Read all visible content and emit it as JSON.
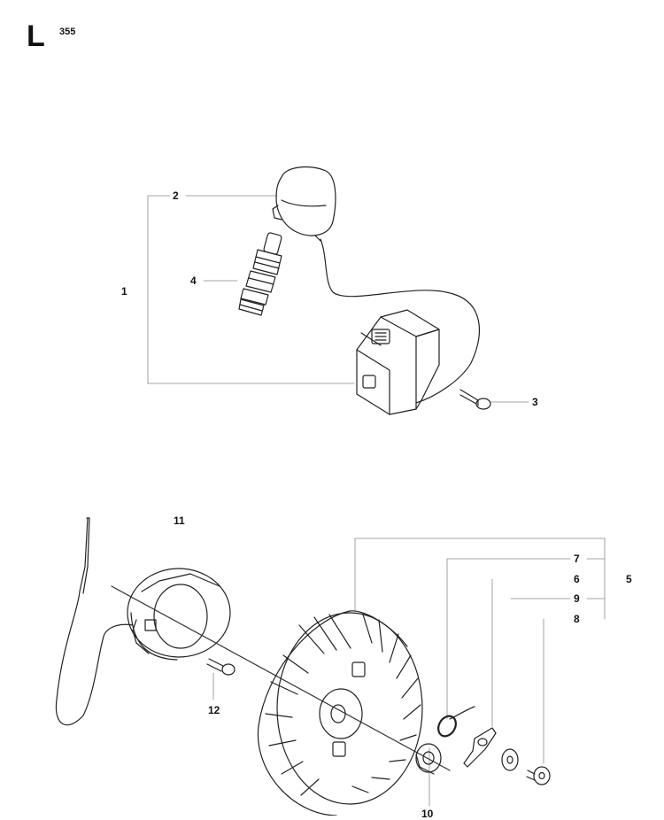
{
  "header": {
    "section_letter": "L",
    "section_code": "355"
  },
  "callouts": {
    "c1": "1",
    "c2": "2",
    "c3": "3",
    "c4": "4",
    "c5": "5",
    "c6": "6",
    "c7": "7",
    "c8": "8",
    "c9": "9",
    "c10": "10",
    "c11": "11",
    "c12": "12"
  }
}
